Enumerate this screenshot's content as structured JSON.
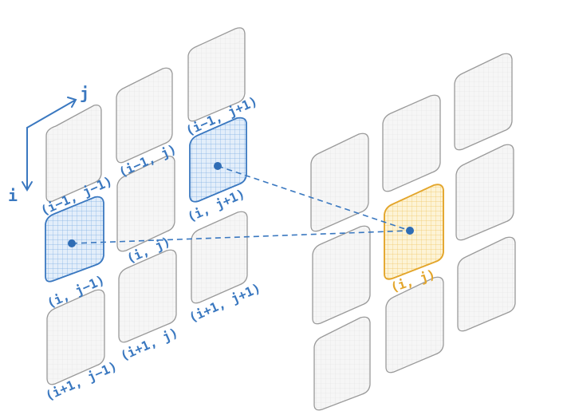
{
  "colors": {
    "cell_stroke": "#9a9a9a",
    "cell_fill": "#f4f4f4",
    "blue": "#3a78c0",
    "blue_fill": "#dbe8f6",
    "orange": "#e3a52a",
    "orange_fill": "#fbefcc"
  },
  "axes": {
    "row_label": "i",
    "col_label": "j"
  },
  "left_grid": {
    "labels": {
      "r0c0": "(i−1, j−1)",
      "r0c1": "(i−1, j)",
      "r0c2": "(i−1, j+1)",
      "r1c0": "(i, j−1)",
      "r1c1": "(i, j)",
      "r1c2": "(i, j+1)",
      "r2c0": "(i+1, j−1)",
      "r2c1": "(i+1, j)",
      "r2c2": "(i+1, j+1)"
    },
    "highlighted": [
      "r1c0",
      "r1c2"
    ]
  },
  "right_grid": {
    "labels": {
      "r1c1": "(i, j)"
    },
    "highlighted": [
      "r1c1"
    ]
  }
}
